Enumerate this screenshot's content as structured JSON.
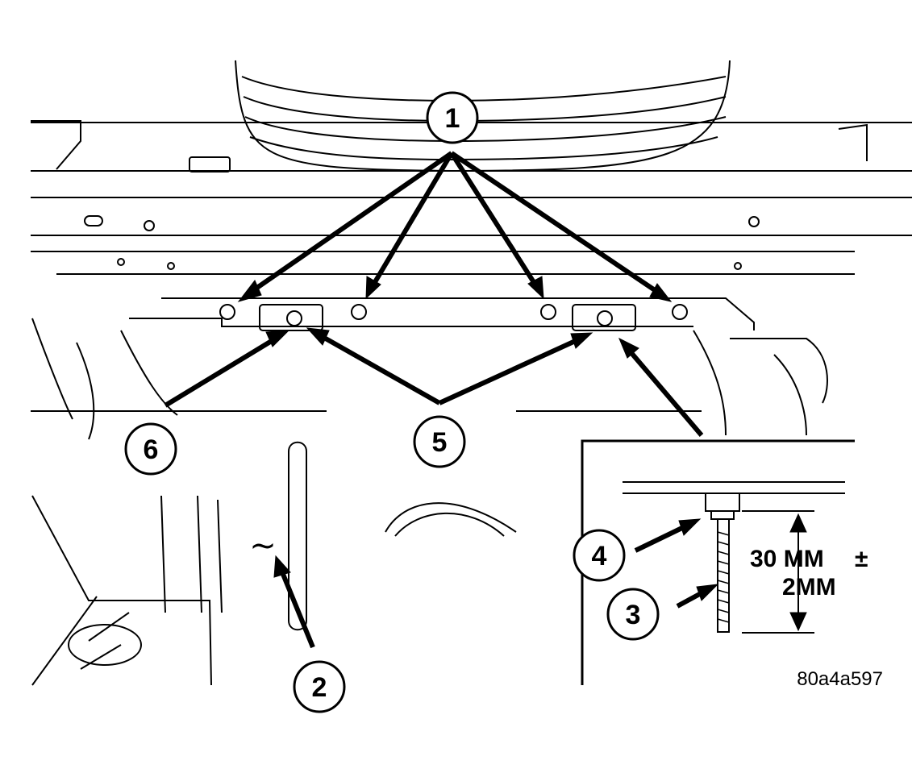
{
  "callouts": [
    {
      "id": "c1",
      "label": "1"
    },
    {
      "id": "c2",
      "label": "2"
    },
    {
      "id": "c3",
      "label": "3"
    },
    {
      "id": "c4",
      "label": "4"
    },
    {
      "id": "c5",
      "label": "5"
    },
    {
      "id": "c6",
      "label": "6"
    }
  ],
  "dimension": {
    "line1": "30 MM",
    "plusminus": "±",
    "line2": "2MM"
  },
  "tilde_mark": "~",
  "figure_id": "80a4a597",
  "colors": {
    "ink": "#000000",
    "paper": "#ffffff"
  }
}
